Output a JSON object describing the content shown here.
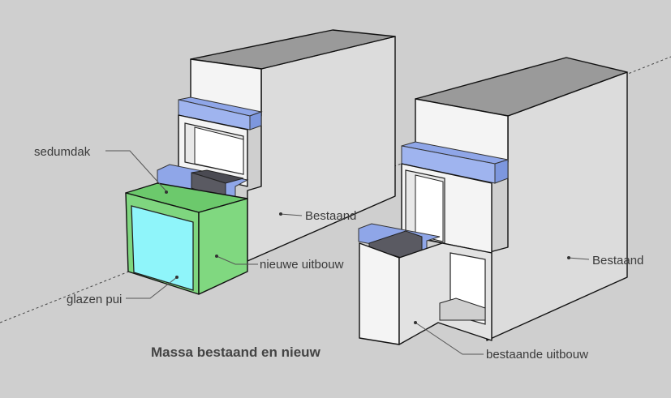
{
  "title": "Massa bestaand en nieuw",
  "labels": {
    "sedumdak": "sedumdak",
    "glazen_pui": "glazen pui",
    "nieuwe_uitbouw": "nieuwe uitbouw",
    "bestaand_left": "Bestaand",
    "bestaand_right": "Bestaand",
    "bestaande_uitbouw": "bestaande uitbouw"
  },
  "colors": {
    "background": "#cfcfcf",
    "wall_white": "#f4f4f4",
    "wall_shade": "#dcdcdc",
    "roof_dark": "#9a9a9a",
    "glass_blue": "#8fa6e8",
    "green_volume": "#7fd67f",
    "glazing_cyan": "#8ff5fa"
  }
}
